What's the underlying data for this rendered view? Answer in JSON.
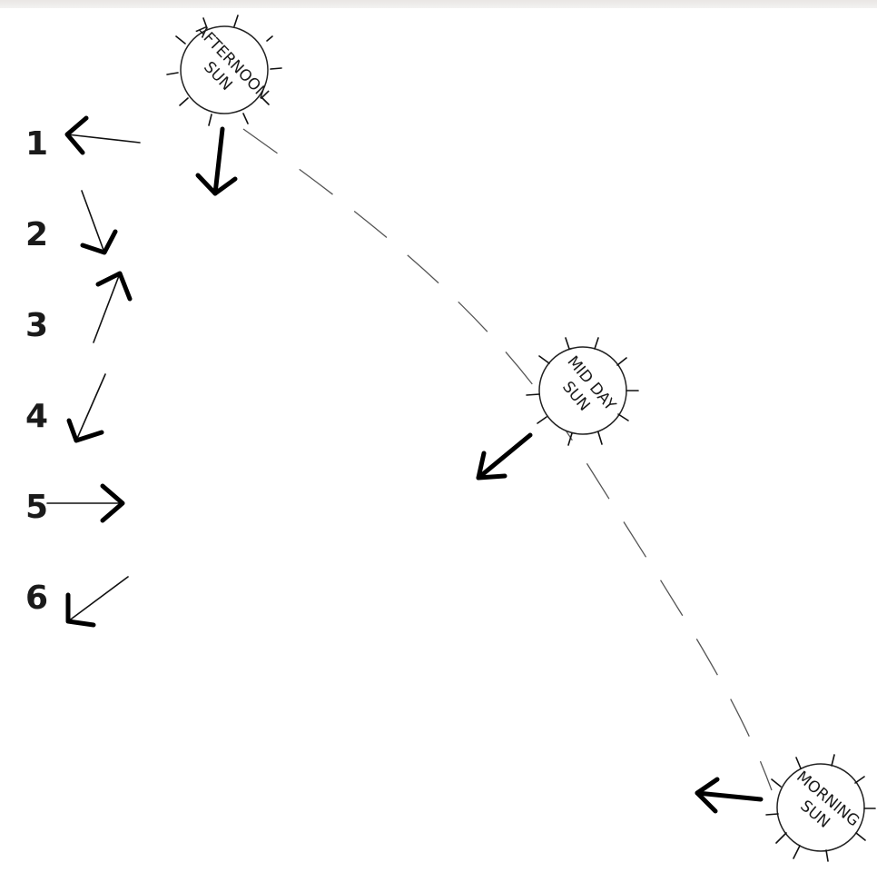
{
  "numbers": [
    "1",
    "2",
    "3",
    "4",
    "5",
    "6"
  ],
  "suns": {
    "afternoon": {
      "line1": "AFTERNOON",
      "line2": "SUN"
    },
    "midday": {
      "line1": "MID DAY",
      "line2": "SUN"
    },
    "morning": {
      "line1": "MORNING",
      "line2": "SUN"
    }
  }
}
